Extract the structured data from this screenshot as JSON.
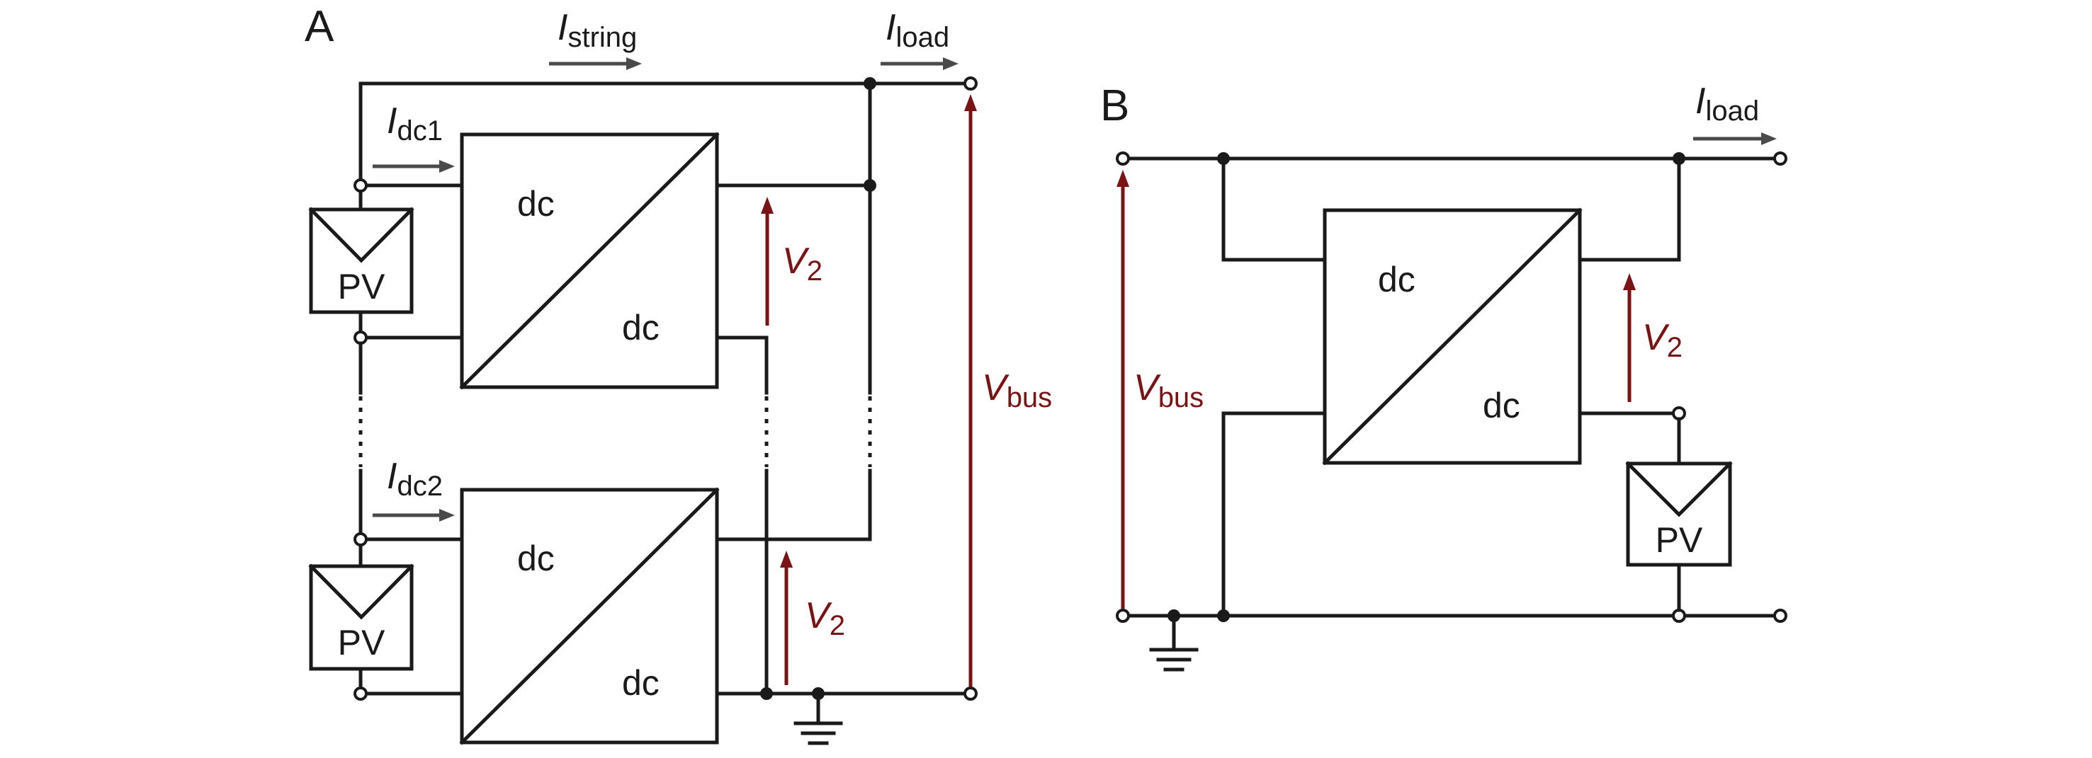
{
  "panels": {
    "a": {
      "label": "A"
    },
    "b": {
      "label": "B"
    }
  },
  "converter": {
    "top_label": "dc",
    "bottom_label": "dc"
  },
  "pv": {
    "label": "PV"
  },
  "currents": {
    "string": {
      "symbol": "I",
      "sub": "string"
    },
    "load": {
      "symbol": "I",
      "sub": "load"
    },
    "dc1": {
      "symbol": "I",
      "sub": "dc1"
    },
    "dc2": {
      "symbol": "I",
      "sub": "dc2"
    }
  },
  "voltages": {
    "v2": {
      "symbol": "V",
      "sub": "2"
    },
    "vbus": {
      "symbol": "V",
      "sub": "bus"
    }
  },
  "colors": {
    "wire": "#1a1a1a",
    "voltage_arrow": "#7a1414",
    "current_arrow": "#4a4a4a"
  }
}
